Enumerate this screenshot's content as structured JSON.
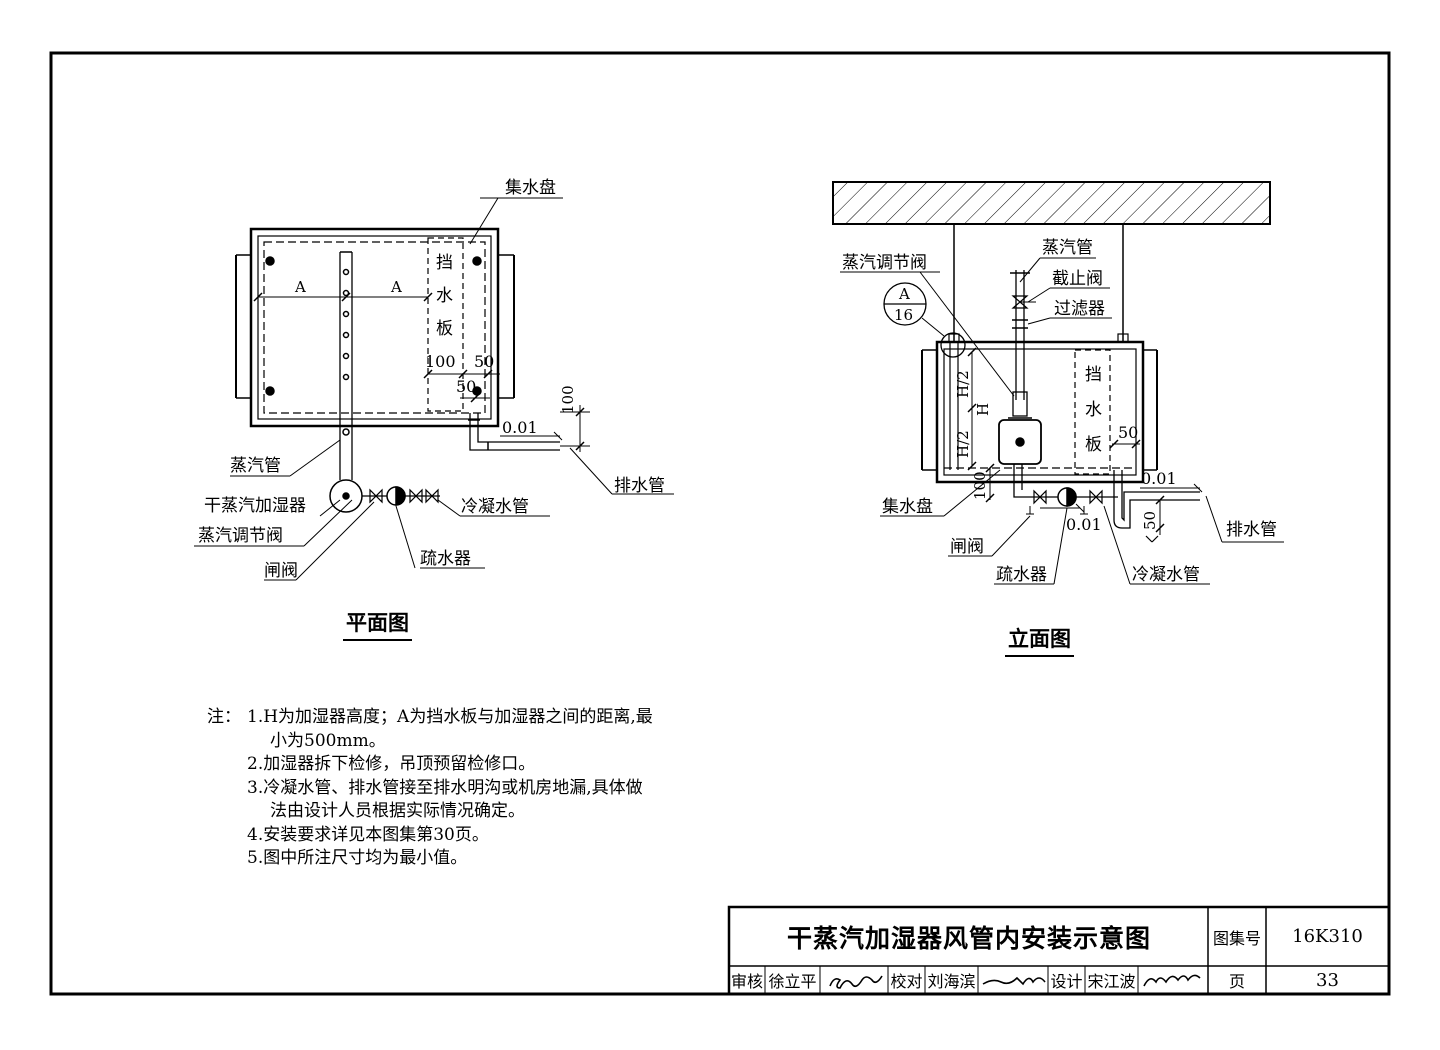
{
  "plan": {
    "title": "平面图",
    "labels": {
      "collector_tray": "集水盘",
      "baffle": [
        "挡",
        "水",
        "板"
      ],
      "dim_a1": "A",
      "dim_a2": "A",
      "dim_100": "100",
      "dim_50_top": "50",
      "dim_50_bottom": "50",
      "dim_100_vert": "100",
      "slope": "0.01",
      "drain_pipe": "排水管",
      "steam_pipe": "蒸汽管",
      "humidifier": "干蒸汽加湿器",
      "regulating_valve": "蒸汽调节阀",
      "gate_valve": "闸阀",
      "trap": "疏水器",
      "condensate_pipe": "冷凝水管"
    }
  },
  "elevation": {
    "title": "立面图",
    "labels": {
      "steam_pipe": "蒸汽管",
      "stop_valve": "截止阀",
      "strainer": "过滤器",
      "regulating_valve": "蒸汽调节阀",
      "detail_top": "A",
      "detail_bottom": "16",
      "baffle": [
        "挡",
        "水",
        "板"
      ],
      "h_half_top": "H/2",
      "h_half_bottom": "H/2",
      "h": "H",
      "dim_100": "100",
      "dim_50": "50",
      "dim_50_vert": "50",
      "slope_1": "0.01",
      "slope_2": "0.01",
      "collector_tray": "集水盘",
      "gate_valve": "闸阀",
      "trap": "疏水器",
      "condensate_pipe": "冷凝水管",
      "drain_pipe": "排水管"
    }
  },
  "notes": {
    "heading": "注：",
    "items": [
      {
        "num": "1.",
        "lines": [
          "H为加湿器高度；A为挡水板与加湿器之间的距离,最",
          "小为500mm。"
        ]
      },
      {
        "num": "2.",
        "lines": [
          "加湿器拆下检修，吊顶预留检修口。"
        ]
      },
      {
        "num": "3.",
        "lines": [
          "冷凝水管、排水管接至排水明沟或机房地漏,具体做",
          "法由设计人员根据实际情况确定。"
        ]
      },
      {
        "num": "4.",
        "lines": [
          "安装要求详见本图集第30页。"
        ]
      },
      {
        "num": "5.",
        "lines": [
          "图中所注尺寸均为最小值。"
        ]
      }
    ]
  },
  "title_block": {
    "title": "干蒸汽加湿器风管内安装示意图",
    "atlas_label": "图集号",
    "atlas_no": "16K310",
    "review_label": "审核",
    "reviewer": "徐立平",
    "check_label": "校对",
    "checker": "刘海滨",
    "design_label": "设计",
    "designer": "宋江波",
    "page_label": "页",
    "page_no": "33"
  }
}
